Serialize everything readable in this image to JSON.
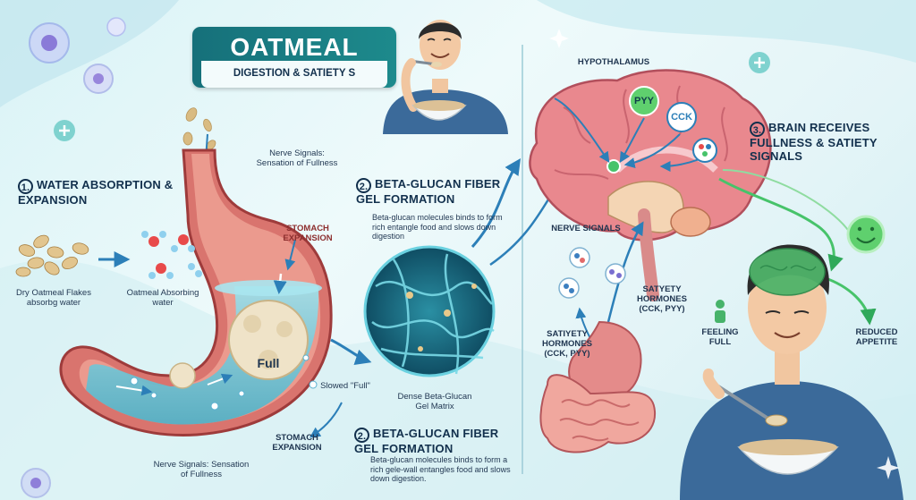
{
  "title": {
    "main": "OATMEAL",
    "sub": "DIGESTION & SATIETY S"
  },
  "steps": {
    "step1": {
      "number": "1.",
      "title": "WATER ABSORPTION & EXPANSION"
    },
    "step2_top": {
      "number": "2.",
      "title": "BETA-GLUCAN FIBER GEL FORMATION",
      "desc": "Beta-glucan molecules binds to form rich entangle food and slows down digestion"
    },
    "step2_bottom": {
      "number": "2.",
      "title": "BETA-GLUCAN FIBER GEL FORMATION",
      "desc": "Beta-glucan molecules binds to form a rich gele-wall entangles food and slows down digestion."
    },
    "step3": {
      "number": "3.",
      "title": "BRAIN RECEIVES FULLNESS & SATIETY SIGNALS"
    }
  },
  "labels": {
    "nerve_top": "Nerve Signals: Sensation of Fullness",
    "stomach_expansion_inner": "STOMACH EXPANSION",
    "dry_oatmeal": "Dry Oatmeal Flakes absorbg water",
    "oatmeal_absorbing": "Oatmeal Absorbing water",
    "full": "Full",
    "slowed": "Slowed \"Full\"",
    "stomach_expansion_outer": "STOMACH EXPANSION",
    "nerve_bottom": "Nerve Signals: Sensation of Fullness",
    "gel_matrix": "Dense Beta-Glucan Gel Matrix",
    "hypothalamus": "HYPOTHALAMUS",
    "pyy": "PYY",
    "cck": "CCK",
    "nerve_signals": "NERVE SIGNALS",
    "satyety_hormones": "SATYETY HORMONES (CCK, PYY)",
    "satiety_hormones": "SATIYETY HORMONES (CCK, PYY)",
    "feeling_full": "FEELING FULL",
    "reduced_appetite": "REDUCED APPETITE"
  },
  "colors": {
    "title_bg": "#16707a",
    "stomach": "#d9746e",
    "fluid": "#6cc6d6",
    "brain": "#e9888e",
    "gel": "#2e9bb0",
    "arrow": "#2c7fb8",
    "green_signal": "#47c36a",
    "shirt": "#3b6a9a"
  }
}
